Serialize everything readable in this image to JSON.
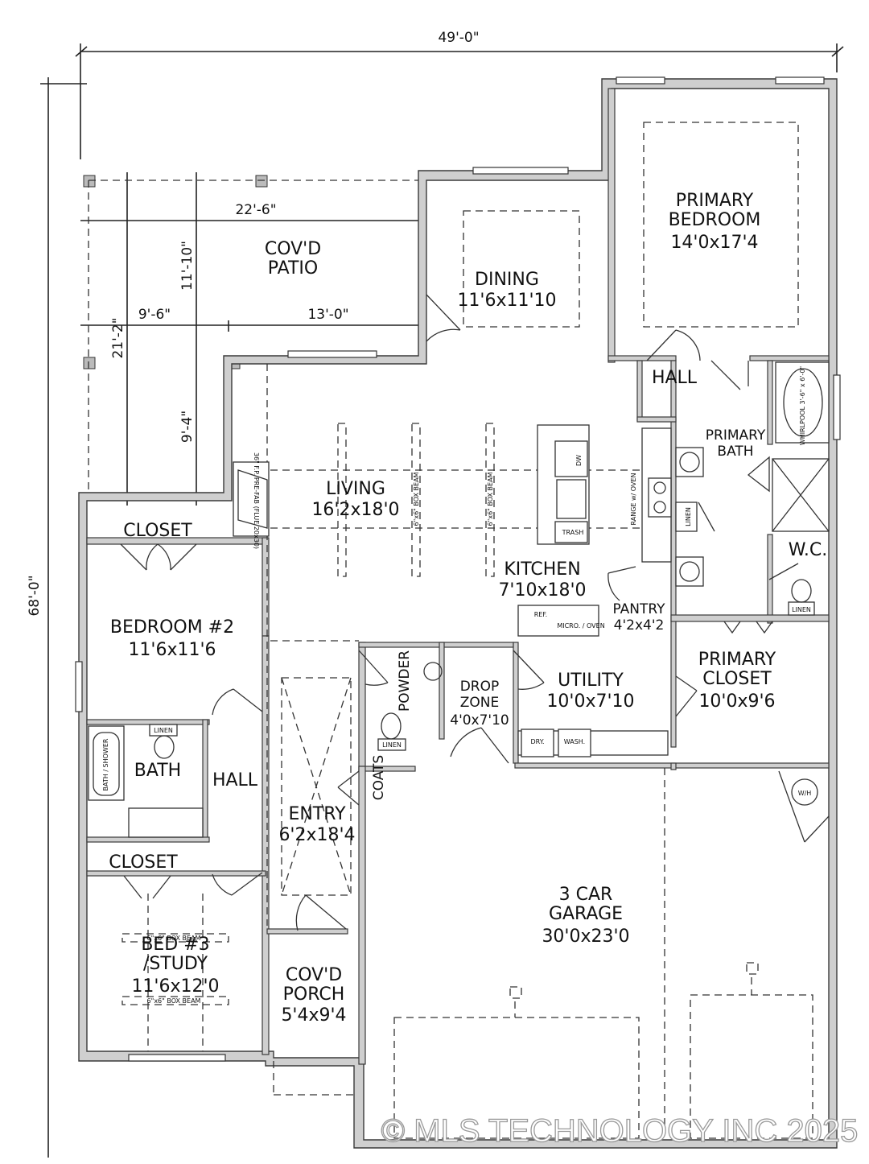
{
  "dimensions": {
    "overall_width": "49'-0\"",
    "overall_depth": "68'-0\"",
    "patio_width": "22'-6\"",
    "patio_depth": "11'-10\"",
    "left_depth": "21'-2\"",
    "left_offset": "9'-6\"",
    "living_offset": "13'-0\"",
    "living_depth": "9'-4\""
  },
  "rooms": {
    "patio": {
      "name": "COV'D\nPATIO"
    },
    "dining": {
      "name": "DINING",
      "size": "11'6x11'10"
    },
    "primary_bedroom": {
      "name": "PRIMARY\nBEDROOM",
      "size": "14'0x17'4"
    },
    "hall_primary": {
      "name": "HALL"
    },
    "primary_bath": {
      "name": "PRIMARY\nBATH"
    },
    "wc": {
      "name": "W.C."
    },
    "living": {
      "name": "LIVING",
      "size": "16'2x18'0"
    },
    "kitchen": {
      "name": "KITCHEN",
      "size": "7'10x18'0"
    },
    "pantry": {
      "name": "PANTRY",
      "size": "4'2x4'2"
    },
    "primary_closet": {
      "name": "PRIMARY\nCLOSET",
      "size": "10'0x9'6"
    },
    "closet_top": {
      "name": "CLOSET"
    },
    "bedroom2": {
      "name": "BEDROOM #2",
      "size": "11'6x11'6"
    },
    "powder": {
      "name": "POWDER"
    },
    "drop_zone": {
      "name": "DROP\nZONE",
      "size": "4'0x7'10"
    },
    "utility": {
      "name": "UTILITY",
      "size": "10'0x7'10"
    },
    "bath": {
      "name": "BATH"
    },
    "hall_left": {
      "name": "HALL"
    },
    "coats": {
      "name": "COATS"
    },
    "entry": {
      "name": "ENTRY",
      "size": "6'2x18'4"
    },
    "closet_bottom": {
      "name": "CLOSET"
    },
    "bed3": {
      "name": "BED #3\n/STUDY",
      "size": "11'6x12'0"
    },
    "porch": {
      "name": "COV'D\nPORCH",
      "size": "5'4x9'4"
    },
    "garage": {
      "name": "3 CAR\nGARAGE",
      "size": "30'0x23'0"
    }
  },
  "fixtures": {
    "fireplace": "36\" F.P.\nPRE-FAB\n(FLUE 20x30)",
    "beam": "6\"x6\" BOX BEAM",
    "dw": "DW",
    "trash": "TRASH",
    "range": "RANGE w/ OVEN",
    "linen": "LINEN",
    "ref": "REF.",
    "micro": "MICRO. /\nOVEN",
    "dryer": "DRY.",
    "washer": "WASH.",
    "water_heater": "W/H",
    "whirlpool": "WHIRLPOOL\n3'-6\" x 6'-0\"",
    "tub": "BATH /\nSHOWER"
  },
  "watermark": "© MLS TECHNOLOGY INC 2025"
}
